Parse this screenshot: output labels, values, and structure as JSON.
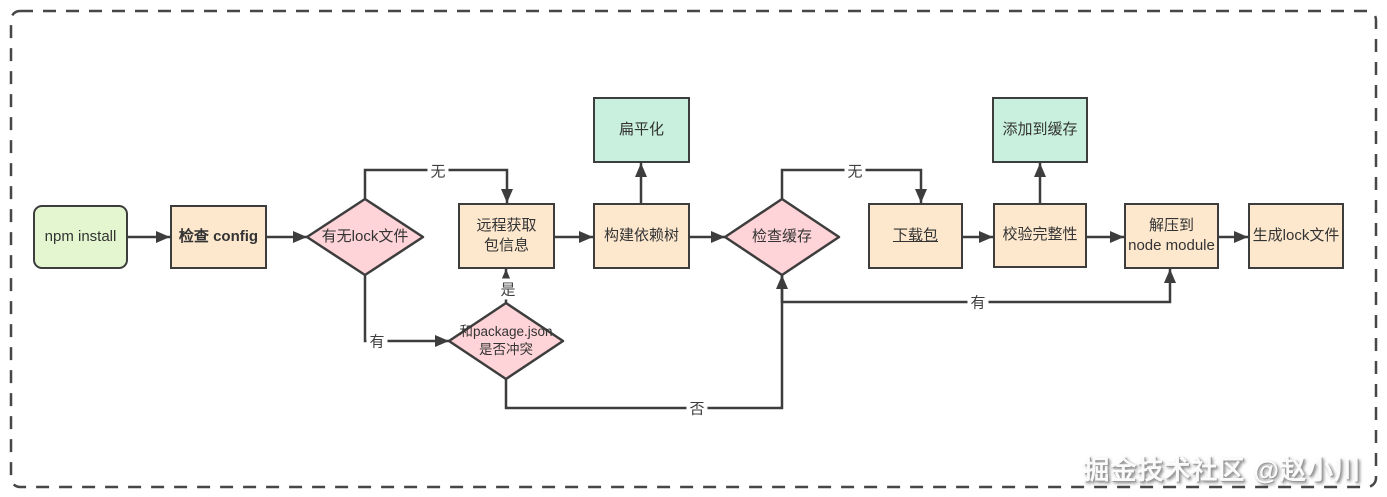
{
  "palette": {
    "start_fill": "#e3f6d0",
    "process_fill": "#fde8ce",
    "decision_fill": "#ffd4d8",
    "side_fill": "#c9f0de",
    "stroke": "#3d3d3d",
    "text": "#333333",
    "background": "#ffffff"
  },
  "nodes": {
    "npm_install": "npm install",
    "check_config": "检查 config",
    "has_lock_file": "有无lock文件",
    "fetch_remote_package_info": "远程获取\n包信息",
    "flatten": "扁平化",
    "build_dependency_tree": "构建依赖树",
    "check_cache": "检查缓存",
    "download_package": "下载包",
    "add_to_cache": "添加到缓存",
    "verify_integrity": "校验完整性",
    "extract_to_node_module": "解压到\nnode module",
    "generate_lock_file": "生成lock文件",
    "conflict_with_package_json": "和package.json\n是否冲突"
  },
  "edge_labels": {
    "lock_no": "无",
    "lock_yes": "有",
    "conflict_yes": "是",
    "conflict_no": "否",
    "cache_no": "无",
    "cache_yes": "有"
  },
  "watermark": "掘金技术社区 @赵小川"
}
